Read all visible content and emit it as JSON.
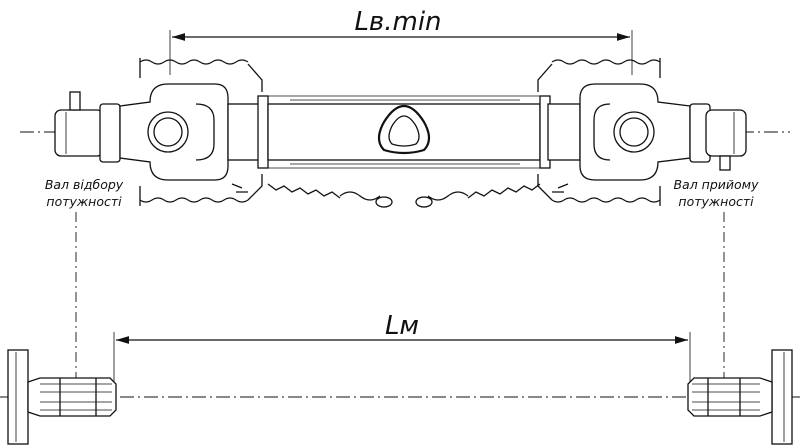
{
  "dimensions": {
    "upper": "Lв.min",
    "lower": "Lм"
  },
  "labels": {
    "left_line1": "Вал відбору",
    "left_line2": "потужності",
    "right_line1": "Вал прийому",
    "right_line2": "потужності"
  }
}
